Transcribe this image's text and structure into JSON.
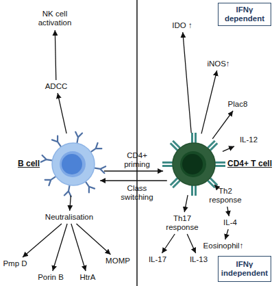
{
  "diagram": {
    "nodes": [
      {
        "text": [
          "NK cell activation"
        ]
      },
      {
        "text": [
          "IDO ↑"
        ]
      },
      {
        "text": [
          "IFNγ dependent"
        ]
      },
      {
        "text": [
          "ADCC"
        ]
      },
      {
        "text": [
          "iNOS↑"
        ]
      },
      {
        "text": [
          "Plac8"
        ]
      },
      {
        "text": [
          "IL-12"
        ]
      },
      {
        "text": [
          "B cell"
        ]
      },
      {
        "text": [
          "CD4+ T cell"
        ]
      },
      {
        "text": [
          "Th2 response"
        ]
      },
      {
        "text": [
          "Neutralisation"
        ]
      },
      {
        "text": [
          "Th17 response"
        ]
      },
      {
        "text": [
          "IL-4"
        ]
      },
      {
        "text": [
          "Eosinophil↑"
        ]
      },
      {
        "text": [
          "MOMP"
        ]
      },
      {
        "text": [
          "Pmp D"
        ]
      },
      {
        "text": [
          "IL-17"
        ]
      },
      {
        "text": [
          "IL-13"
        ]
      },
      {
        "text": [
          "IFNγ independent"
        ]
      },
      {
        "text": [
          "Porin B"
        ]
      },
      {
        "text": [
          "HtrA"
        ]
      }
    ],
    "edges": [
      {
        "from": 7,
        "to": 3,
        "arrow": "to"
      },
      {
        "from": 3,
        "to": 0,
        "arrow": "to"
      },
      {
        "from": 7,
        "to": 8,
        "label": "CD4+ priming",
        "arrow": "to"
      },
      {
        "from": 8,
        "to": 7,
        "label": "Class switching",
        "arrow": "to"
      },
      {
        "from": 7,
        "to": 10,
        "arrow": "to"
      },
      {
        "from": 10,
        "to": 15,
        "arrow": "to"
      },
      {
        "from": 10,
        "to": 19,
        "arrow": "to"
      },
      {
        "from": 10,
        "to": 20,
        "arrow": "to"
      },
      {
        "from": 10,
        "to": 14,
        "arrow": "to"
      },
      {
        "from": 8,
        "to": 1,
        "arrow": "to"
      },
      {
        "from": 8,
        "to": 4,
        "arrow": "to"
      },
      {
        "from": 8,
        "to": 5,
        "arrow": "to"
      },
      {
        "from": 8,
        "to": 6,
        "arrow": "to"
      },
      {
        "from": 8,
        "to": 9,
        "arrow": "to"
      },
      {
        "from": 8,
        "to": 11,
        "arrow": "to"
      },
      {
        "from": 9,
        "to": 12,
        "arrow": "to"
      },
      {
        "from": 12,
        "to": 13,
        "arrow": "to"
      },
      {
        "from": 11,
        "to": 16,
        "arrow": "to"
      },
      {
        "from": 11,
        "to": 17,
        "arrow": "to"
      }
    ]
  }
}
